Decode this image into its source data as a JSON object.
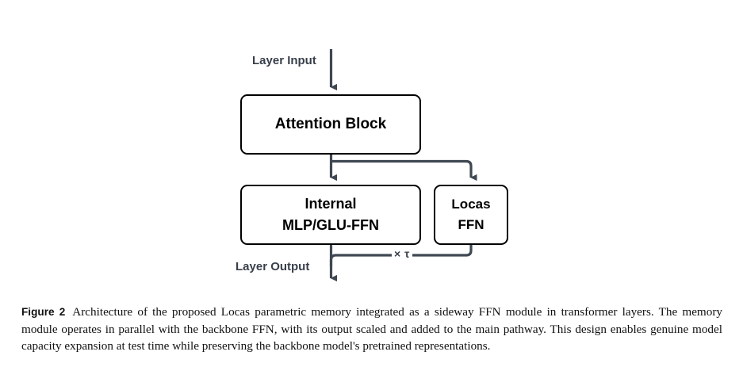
{
  "figure": {
    "caption_label": "Figure 2",
    "caption_text": "Architecture of the proposed Locas parametric memory integrated as a sideway FFN module in transformer layers. The memory module operates in parallel with the backbone FFN, with its output scaled and added to the main pathway. This design enables genuine model capacity expansion at test time while preserving the backbone model's pretrained representations."
  },
  "diagram": {
    "nodes": [
      {
        "id": "attention",
        "lines": [
          "Attention Block"
        ]
      },
      {
        "id": "internal",
        "line1": "Internal",
        "line2": "MLP/GLU-FFN"
      },
      {
        "id": "locas",
        "line1": "Locas",
        "line2": "FFN"
      }
    ],
    "node_attention_label": "Attention Block",
    "node_internal_line1": "Internal",
    "node_internal_line2": "MLP/GLU-FFN",
    "node_locas_line1": "Locas",
    "node_locas_line2": "FFN",
    "labels": {
      "layer_input": "Layer Input",
      "layer_output": "Layer Output",
      "scale_tau": "× τ"
    },
    "colors": {
      "edge": "#3f4752",
      "node_border": "#000000",
      "node_fill": "#ffffff",
      "label_text": "#383f4a",
      "node_text": "#000000"
    }
  }
}
